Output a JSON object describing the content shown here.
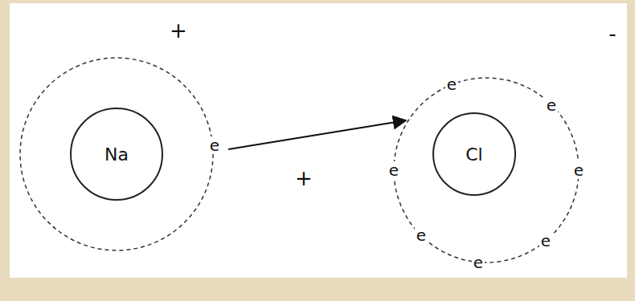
{
  "diagram": {
    "nodes": [
      {
        "text": [
          "Na"
        ]
      },
      {
        "text": [
          "Cl"
        ]
      }
    ],
    "labels": [
      "+",
      "-",
      "e",
      "+",
      "e",
      "e",
      "e",
      "e",
      "e",
      "e",
      "e"
    ]
  }
}
